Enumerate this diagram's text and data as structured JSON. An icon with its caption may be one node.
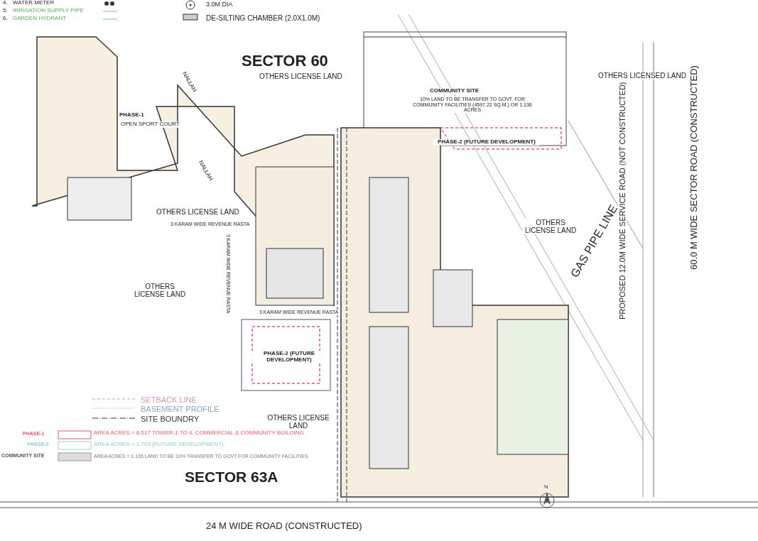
{
  "diagram": {
    "labels": [
      "4.",
      "WATER METER",
      "5.",
      "IRRIGATION SUPPLY PIPE",
      "6.",
      "GARDEN HYDRANT",
      "3.0M DIA",
      "DE-SILTING CHAMBER (2.0X1.0M)",
      "SECTOR 60",
      "OTHERS LICENSE LAND",
      "COMMUNITY SITE",
      "10% LAND TO BE TRANSFER TO GOVT. FOR COMMUNITY FACILITIES (4597.22 SQ.M.) OR 1.136 ACRES",
      "OTHERS LICENSED LAND",
      "PHASE-1",
      "OPEN SPORT COURT",
      "NALLAH",
      "PHASE-2 (FUTURE DEVELOPMENT)",
      "OTHERS LICENSE LAND",
      "3 KARAM WIDE REVENUE RASTA",
      "NALLAH",
      "3 KARAM WIDE REVENUE RASTA",
      "OTHERS LICENSE LAND",
      "OTHERS LICENSE LAND",
      "3 KARAM WIDE REVENUE RASTA",
      "PHASE-2 (FUTURE DEVELOPMENT)",
      "GAS PIPE LINE",
      "PROPOSED 12.0M WIDE SERVICE ROAD (NOT CONSTRUCTED)",
      "60.0 M WIDE SECTOR ROAD (CONSTRUCTED)",
      "OTHERS LICENSE LAND",
      "PHASE-1",
      "AREA ACRES = 8.517 TOWER-1 TO 4, COMMERCIAL & COMMUNITY BUILDING",
      "PHASE-2",
      "AREA ACRES = 1.703 (FUTURE DEVELOPMENT)",
      "COMMUNITY SITE",
      "AREA ACRES = 1.136 LAND TO BE 10% TRANSFER TO GOVT.FOR COMMUNITY FACILITIES",
      "SECTOR 63A",
      "N",
      "24 M WIDE ROAD (CONSTRUCTED)"
    ],
    "legend": [
      {
        "text": "SETBACK LINE"
      },
      {
        "text": "BASEMENT PROFILE"
      },
      {
        "text": "SITE BOUNDRY"
      }
    ]
  }
}
